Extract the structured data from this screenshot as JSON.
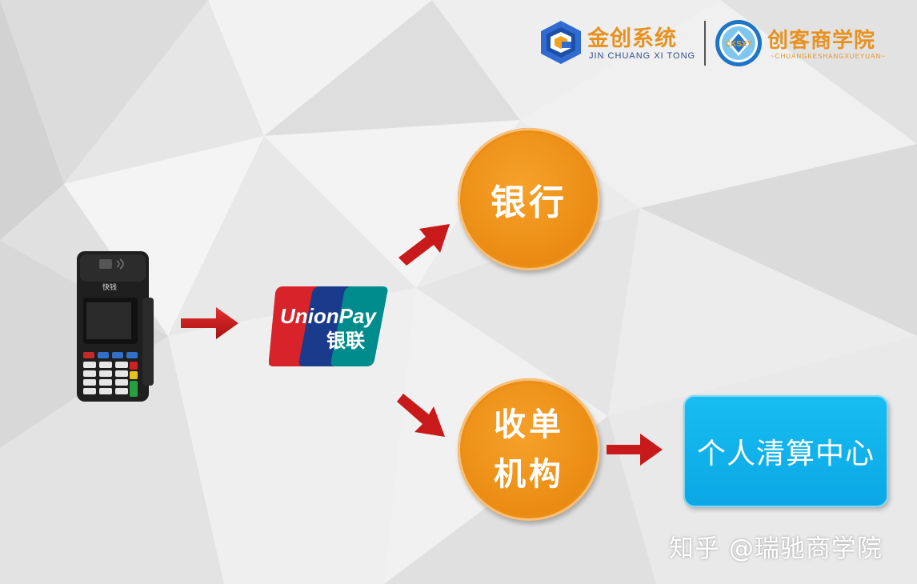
{
  "header": {
    "brand_cn": "金创系统",
    "brand_en": "JIN CHUANG XI TONG",
    "academy_cn": "创客商学院",
    "academy_en": "~CHUANGKESHANGXUEYUAN~",
    "seal_text": "CKSXY"
  },
  "pos_terminal": {
    "brand_label": "快钱"
  },
  "unionpay": {
    "brand_en": "UnionPay",
    "brand_cn": "银联",
    "colors": [
      "#d8232a",
      "#1a3a8c",
      "#008c8c"
    ]
  },
  "nodes": {
    "bank": "银行",
    "acquirer_line1": "收单",
    "acquirer_line2": "机构",
    "clearing_center": "个人清算中心"
  },
  "colors": {
    "circle": "#ec8e15",
    "box": "#0aa7e4",
    "arrow": "#c81a1a",
    "brand_orange": "#e8911f"
  },
  "watermark": "知乎 @瑞驰商学院"
}
